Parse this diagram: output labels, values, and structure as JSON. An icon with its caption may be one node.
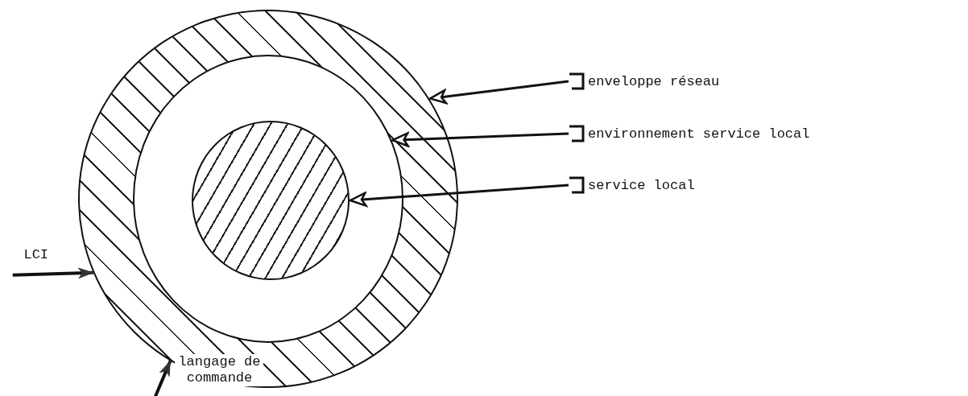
{
  "diagram": {
    "nodes": [
      {
        "text": [],
        "shape": "circle"
      },
      {
        "text": [],
        "shape": "circle",
        "in": 0
      },
      {
        "text": [],
        "shape": "circle",
        "in": 1
      },
      {
        "text": [
          "enveloppe réseau"
        ]
      },
      {
        "text": [
          "environnement service local"
        ]
      },
      {
        "text": [
          "service local"
        ]
      }
    ],
    "edges": [
      {
        "from": 3,
        "to": 0,
        "arrow": "to"
      },
      {
        "from": 4,
        "to": 1,
        "arrow": "to"
      },
      {
        "from": 5,
        "to": 2,
        "arrow": "to"
      },
      {
        "from": null,
        "to": 0,
        "arrow": "to",
        "label": "LCI"
      },
      {
        "from": null,
        "to": 0,
        "arrow": "to",
        "label": "langage de commande"
      }
    ]
  }
}
